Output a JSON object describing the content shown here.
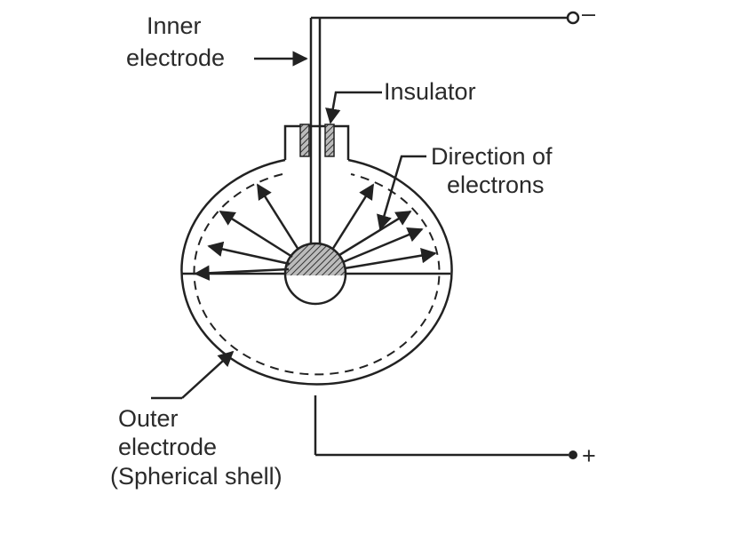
{
  "diagram": {
    "labels": {
      "inner_electrode_line1": "Inner",
      "inner_electrode_line2": "electrode",
      "insulator": "Insulator",
      "direction_line1": "Direction of",
      "direction_line2": "electrons",
      "outer_line1": "Outer",
      "outer_line2": "electrode",
      "outer_line3": "(Spherical shell)",
      "negative_terminal": "–",
      "positive_terminal": "+"
    },
    "colors": {
      "ink": "#222222",
      "text": "#2a2a2a",
      "background": "#ffffff"
    }
  }
}
